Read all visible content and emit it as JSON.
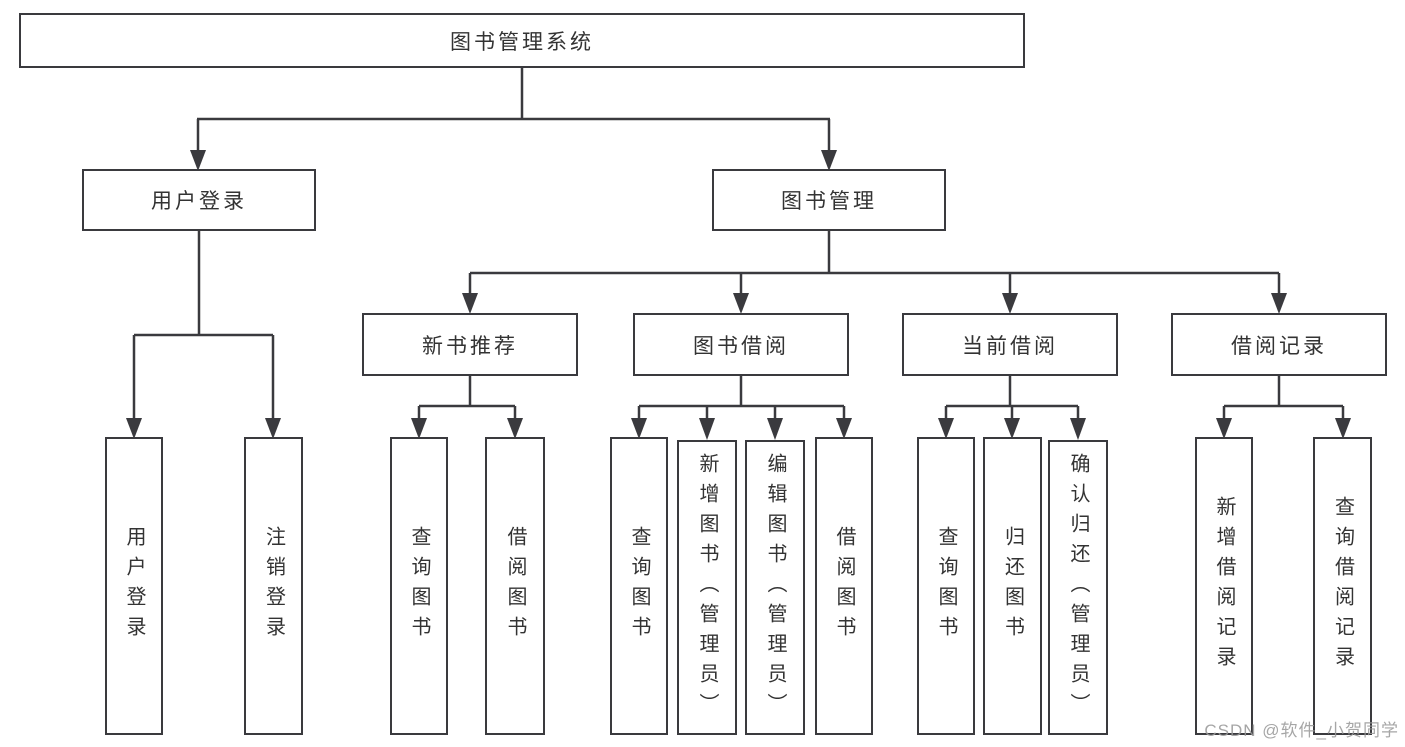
{
  "diagram": {
    "title": "图书管理系统",
    "watermark": "CSDN @软件_小贺同学",
    "colors": {
      "line": "#3a3a3e",
      "box_border": "#3a3a3e",
      "text": "#333333",
      "watermark_text": "#9a9a9a",
      "background": "#ffffff"
    }
  },
  "nodes": {
    "root": {
      "label": "图书管理系统"
    },
    "branches": [
      {
        "label": "用户登录",
        "children_labels": [
          "用户登录",
          "注销登录"
        ]
      },
      {
        "label": "图书管理"
      }
    ],
    "modules": [
      {
        "label": "新书推荐",
        "children_labels": [
          "查询图书",
          "借阅图书"
        ]
      },
      {
        "label": "图书借阅",
        "children_labels": [
          "查询图书",
          "新增图书（管理员）",
          "编辑图书（管理员）",
          "借阅图书"
        ]
      },
      {
        "label": "当前借阅",
        "children_labels": [
          "查询图书",
          "归还图书",
          "确认归还（管理员）"
        ]
      },
      {
        "label": "借阅记录",
        "children_labels": [
          "新增借阅记录",
          "查询借阅记录"
        ]
      }
    ]
  }
}
